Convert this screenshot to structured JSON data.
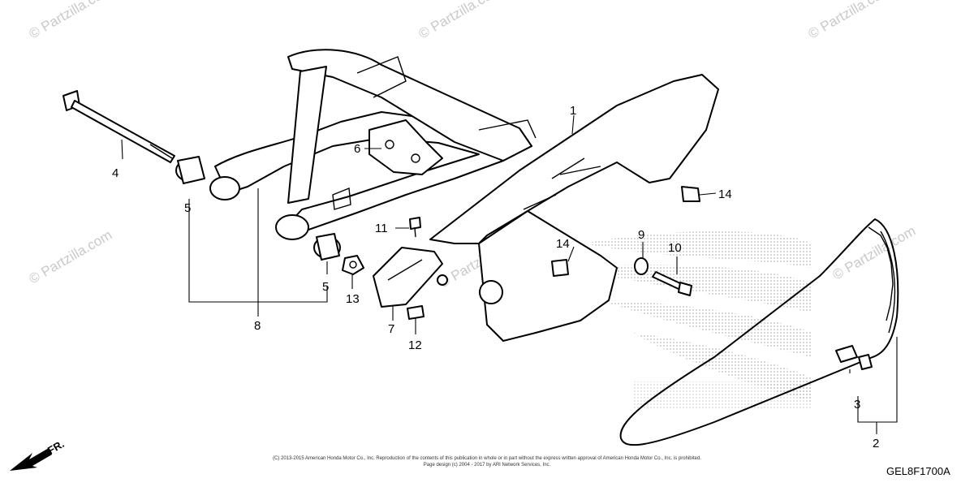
{
  "watermark": "© Partzilla.com",
  "callouts": {
    "p1": "1",
    "p2": "2",
    "p3": "3",
    "p4": "4",
    "p5a": "5",
    "p5b": "5",
    "p6": "6",
    "p7": "7",
    "p8": "8",
    "p9": "9",
    "p10": "10",
    "p11": "11",
    "p12": "12",
    "p13": "13",
    "p14a": "14",
    "p14b": "14"
  },
  "front_indicator": "FR.",
  "diagram_code": "GEL8F1700A",
  "footer": {
    "line1": "(C) 2013-2015 American Honda Motor Co., Inc. Reproduction of the contents of this publication in whole or in part without the express written approval of American Honda Motor Co., Inc. is prohibited.",
    "line2": "Page design (c) 2004 - 2017 by ARI Network Services, Inc."
  },
  "colors": {
    "line": "#000000",
    "watermark": "#c9c9c9",
    "logo_dots": "#b8b8b8"
  }
}
